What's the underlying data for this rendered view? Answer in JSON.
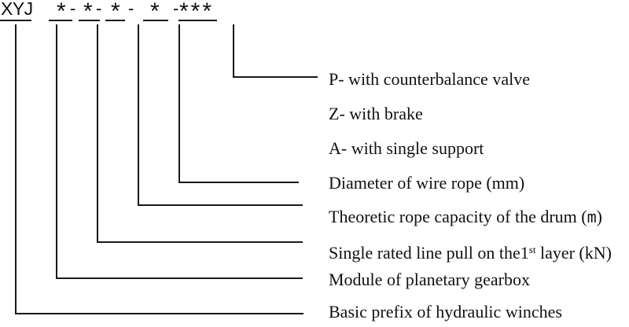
{
  "diagram": {
    "title_code": {
      "prefix": "XYJ",
      "star": "*",
      "hyphen": "-",
      "triple_star": "***"
    },
    "labels": [
      {
        "text": "P- with counterbalance valve"
      },
      {
        "text": "Z- with brake"
      },
      {
        "text": "A- with single support"
      },
      {
        "text": "Diameter of wire rope (mm)"
      },
      {
        "pre": "Theoretic rope capacity of the drum (",
        "mono": "m",
        "post": ")"
      },
      {
        "pre": "Single rated line pull on the1",
        "sup": "st",
        "post": " layer (kN)"
      },
      {
        "text": "Module of planetary gearbox"
      },
      {
        "text": "Basic prefix of hydraulic winches"
      }
    ],
    "colors": {
      "line": "#1a1a1a",
      "text": "#111111",
      "background": "#ffffff"
    }
  }
}
